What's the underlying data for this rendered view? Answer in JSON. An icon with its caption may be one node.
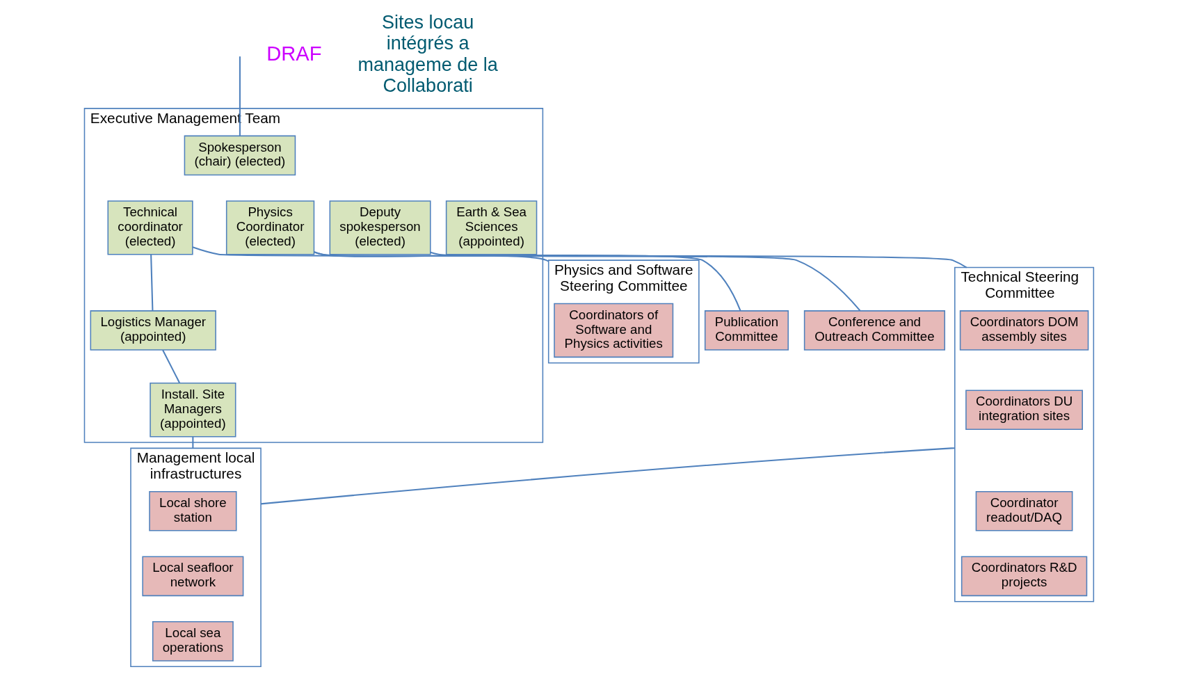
{
  "diagram": {
    "nodes": [
      {
        "text": [
          "Executive Management Team"
        ]
      },
      {
        "text": [
          "Spokesperson (chair) (elected)"
        ],
        "in": 0
      },
      {
        "text": [
          "Physics Coordinator (elected)"
        ],
        "in": 0
      },
      {
        "text": [
          "Deputy spokesperson (elected)"
        ],
        "in": 0
      },
      {
        "text": [
          "Technical coordinator (elected)"
        ],
        "in": 0
      },
      {
        "text": [
          "Logistics Manager (appointed)"
        ],
        "in": 0
      },
      {
        "text": [
          "Install. Site Managers (appointed)"
        ],
        "in": 0
      },
      {
        "text": [
          "Earth & Sea Sciences (appointed)"
        ],
        "in": 0
      },
      {
        "text": [
          "Physics and Software Steering Committee"
        ]
      },
      {
        "text": [
          "Coordinators of Software and Physics activities"
        ],
        "in": 8
      },
      {
        "text": [
          "Conference and Outreach Committee"
        ]
      },
      {
        "text": [
          "Publication Committee"
        ]
      },
      {
        "text": [
          "Technical Steering Committee"
        ]
      },
      {
        "text": [
          "Coordinators DOM assembly sites"
        ],
        "in": 12
      },
      {
        "text": [
          "Coordinators DU integration sites"
        ],
        "in": 12
      },
      {
        "text": [
          "Coordinator readout/DAQ"
        ],
        "in": 12
      },
      {
        "text": [
          "Coordinators R&D projects"
        ],
        "in": 12
      },
      {
        "text": [
          "Management local infrastructures"
        ]
      },
      {
        "text": [
          "Local shore station"
        ],
        "in": 17
      },
      {
        "text": [
          "Local seafloor network"
        ],
        "in": 17
      },
      {
        "text": [
          "Local sea operations"
        ],
        "in": 17
      }
    ],
    "edges": [
      {
        "from": null,
        "to": 1,
        "arrow": "none"
      },
      {
        "from": 2,
        "to": 8,
        "arrow": "none"
      },
      {
        "from": 2,
        "to": 11,
        "arrow": "none"
      },
      {
        "from": 3,
        "to": 10,
        "arrow": "none"
      },
      {
        "from": 4,
        "to": 12,
        "arrow": "none"
      },
      {
        "from": 4,
        "to": 5,
        "arrow": "none"
      },
      {
        "from": 5,
        "to": 6,
        "arrow": "none"
      },
      {
        "from": 6,
        "to": 17,
        "arrow": "none"
      },
      {
        "from": 12,
        "to": 17,
        "arrow": "none"
      }
    ],
    "labels": [
      "DRAF",
      "Sites locau intégrés a manageme de la Collaborati"
    ]
  }
}
